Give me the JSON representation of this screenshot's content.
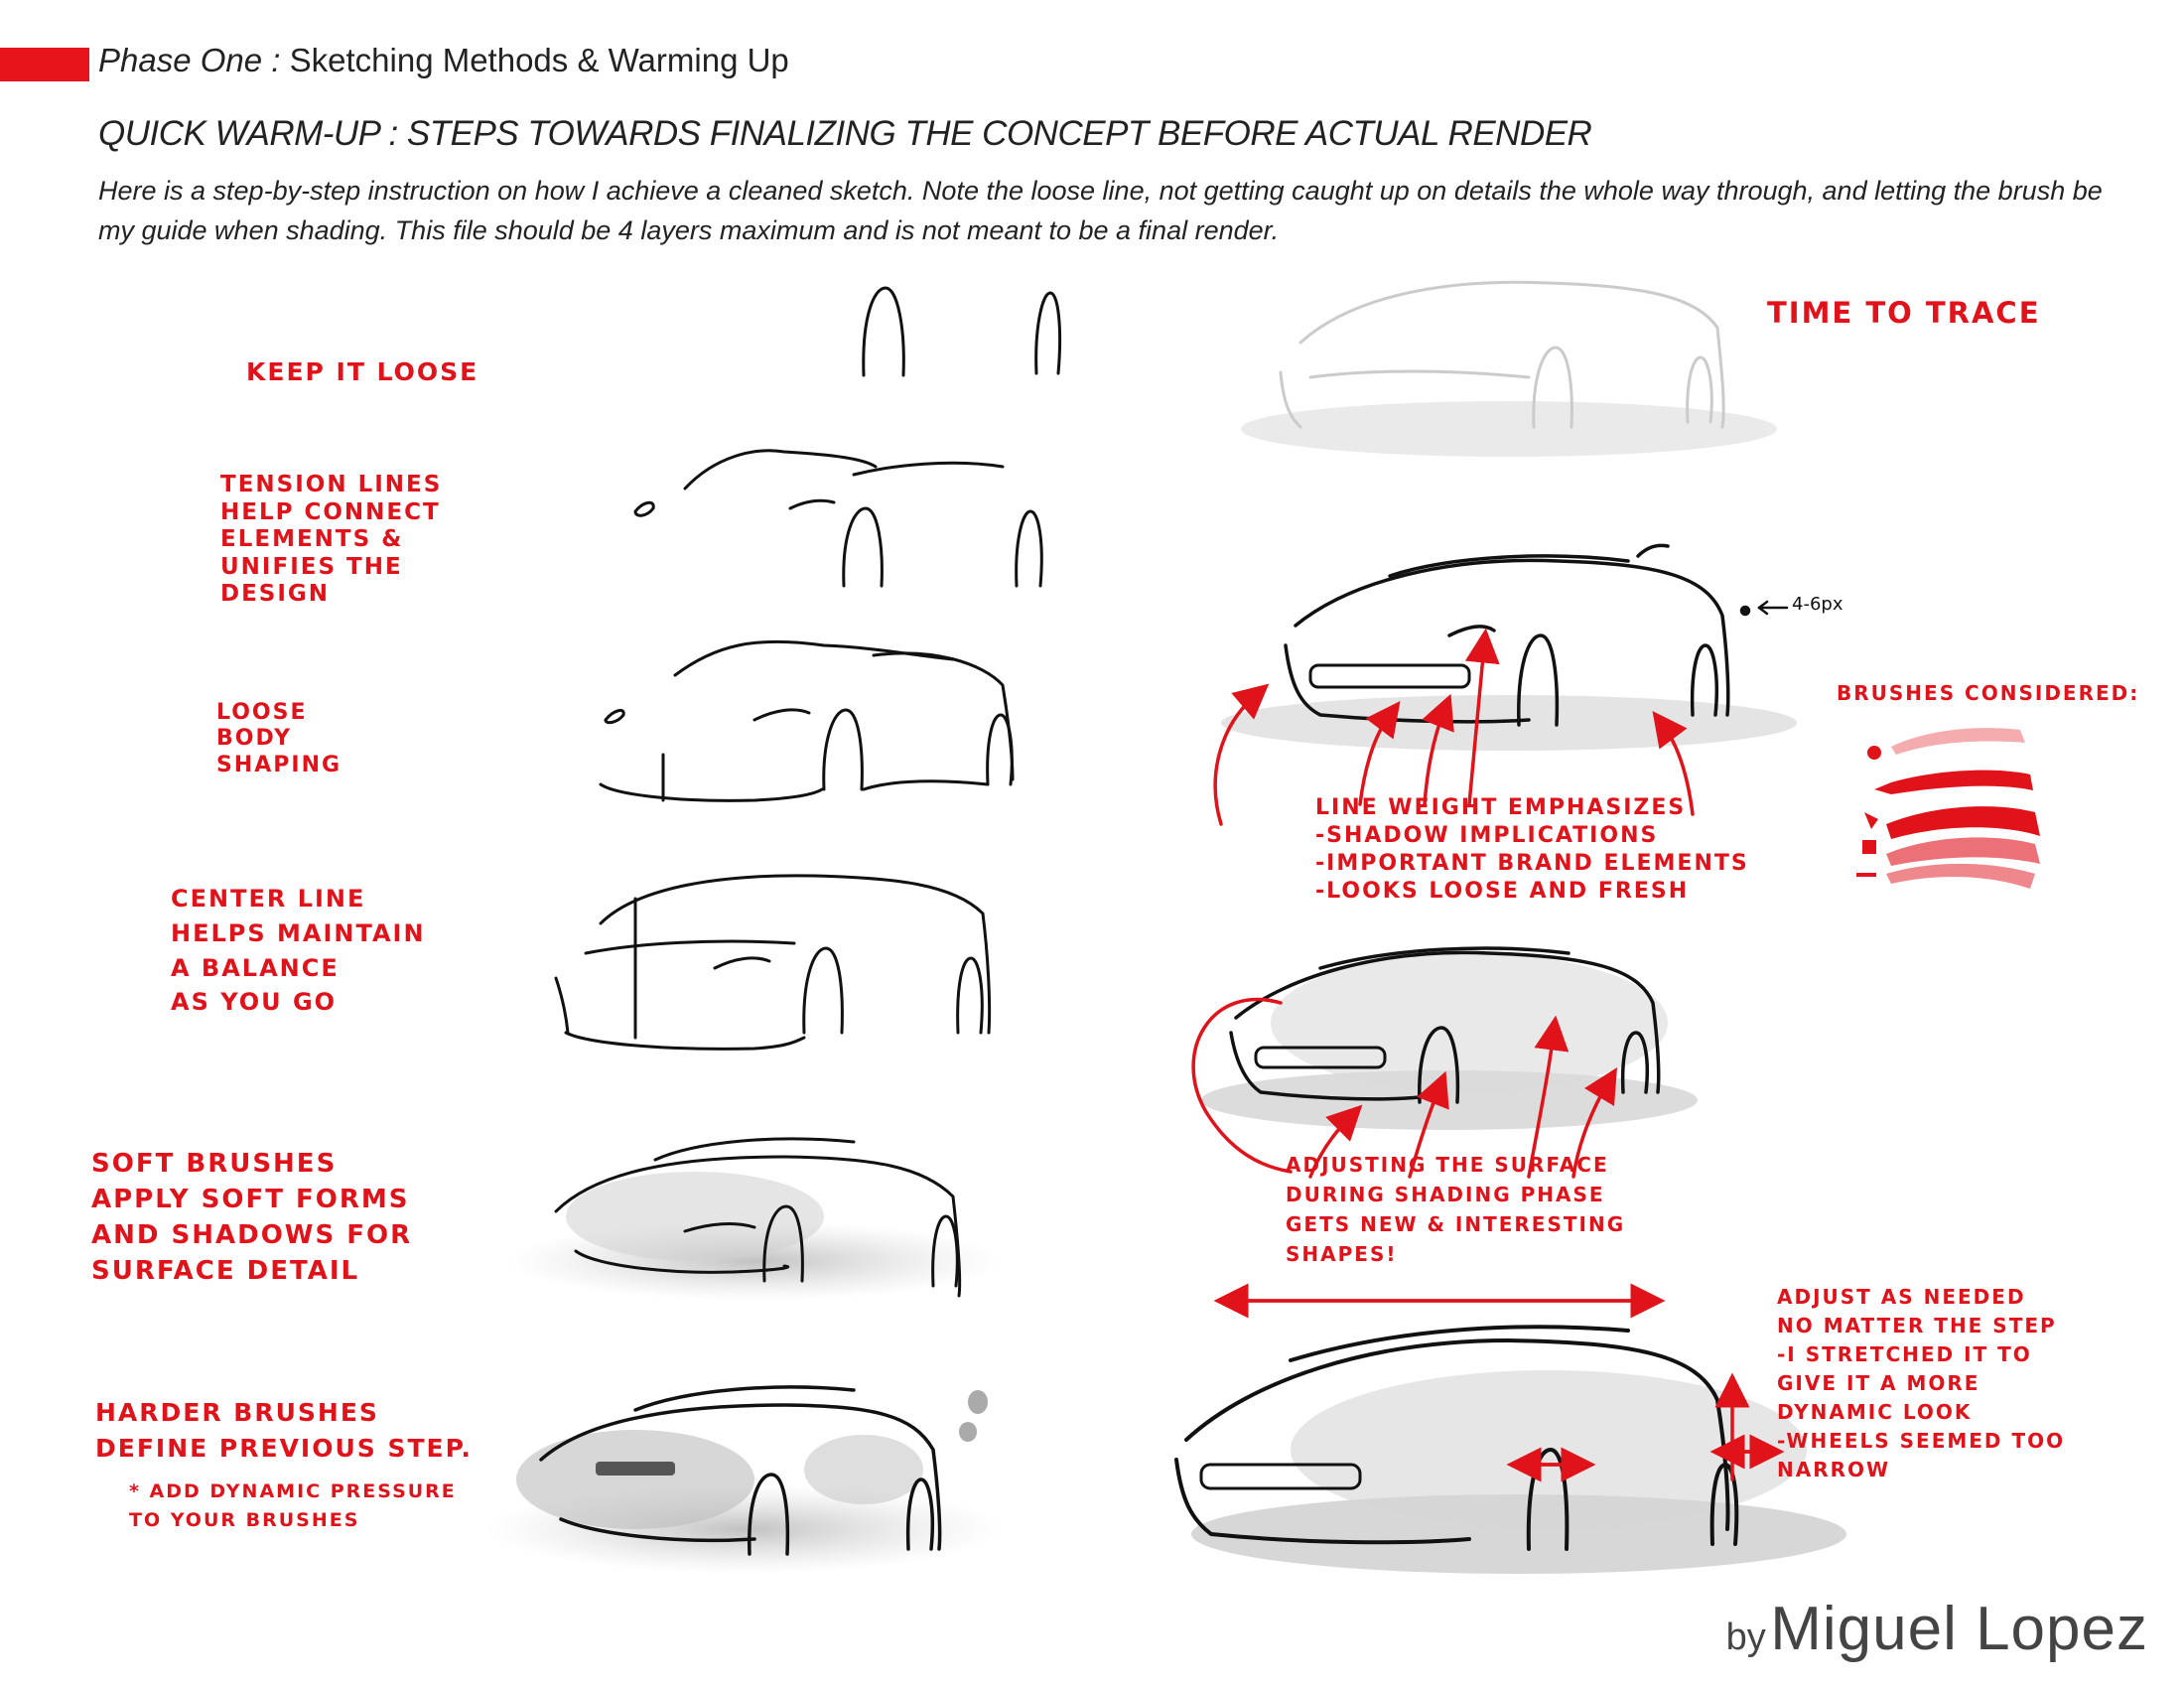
{
  "header": {
    "phase_label": "Phase One :",
    "phase_title": "Sketching Methods & Warming Up",
    "subtitle": "QUICK WARM-UP : STEPS TOWARDS FINALIZING THE CONCEPT BEFORE ACTUAL RENDER",
    "intro": "Here is a step-by-step instruction on how I achieve a cleaned sketch. Note the loose line, not getting caught up on details the whole way through, and letting the brush be my guide when shading. This file should be 4 layers maximum and is not meant to be a final render."
  },
  "annotations": {
    "keep_it_loose": "Keep it loose",
    "tension_lines": "Tension lines\nhelp connect\nelements &\nunifies the\ndesign",
    "loose_body": "Loose\nbody\nshaping",
    "center_line": "Center line\nhelps maintain\na balance\nas you go",
    "soft_brushes": "Soft brushes\napply soft forms\nand shadows for\nsurface detail",
    "harder_brushes": "Harder brushes\ndefine previous step.",
    "dynamic_pressure": "* add dynamic pressure\nto your brushes",
    "time_to_trace": "Time to trace",
    "pixel_size": "4-6px",
    "brushes_considered": "Brushes considered:",
    "line_weight": "Line weight emphasizes\n-shadow implications\n-important brand elements\n-looks loose and fresh",
    "adjusting_surface": "Adjusting the surface\nduring shading phase\ngets new & interesting\nshapes!",
    "adjust_as_needed": "Adjust as needed\nno matter the step\n-I stretched it to\ngive it a more\ndynamic look\n-wheels seemed too\nnarrow"
  },
  "credit": {
    "by": "by",
    "name": "Miguel Lopez"
  },
  "colors": {
    "accent_red": "#e8141b",
    "text_dark": "#222222"
  }
}
